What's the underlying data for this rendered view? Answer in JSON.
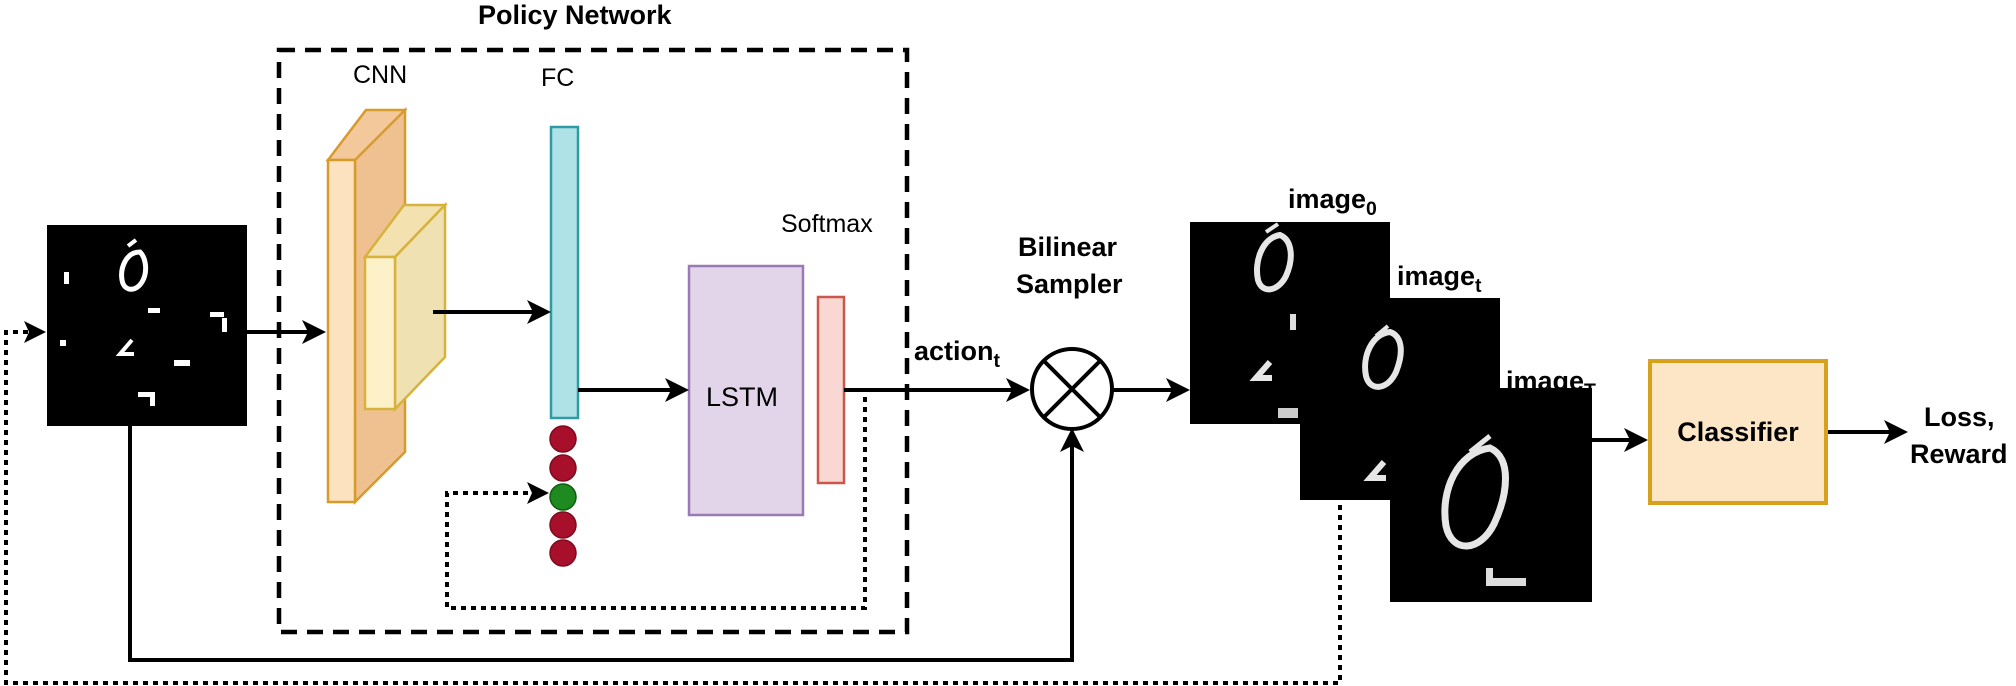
{
  "labels": {
    "policy_network": "Policy Network",
    "cnn": "CNN",
    "fc": "FC",
    "softmax": "Softmax",
    "lstm": "LSTM",
    "bilinear_sampler": [
      "Bilinear",
      "Sampler"
    ],
    "action": {
      "base": "action",
      "sub": "t"
    },
    "image_0": {
      "base": "image",
      "sub": "0"
    },
    "image_t": {
      "base": "image",
      "sub": "t"
    },
    "image_T": {
      "base": "image",
      "sub": "T"
    },
    "classifier": "Classifier",
    "loss_reward": [
      "Loss,",
      "Reward"
    ]
  },
  "colors": {
    "cnn_outer_fill": "#f7d7b3",
    "cnn_outer_stroke": "#d79b2c",
    "cnn_inner_fill": "#faeec4",
    "cnn_inner_stroke": "#d7b23c",
    "fc_fill": "#aee2e6",
    "fc_stroke": "#2f9ba6",
    "lstm_fill": "#e2d5ea",
    "lstm_stroke": "#9a7ab6",
    "softmax_fill": "#f9d7d2",
    "softmax_stroke": "#c9584b",
    "node_red": "#a80f2a",
    "node_green": "#1f8a1f",
    "classifier_fill": "#fde6c6",
    "classifier_stroke": "#d6a21e"
  },
  "fc_nodes": [
    "red",
    "red",
    "green",
    "red",
    "red"
  ],
  "icons": [
    "multiply-circle-icon",
    "digit-image-thumbnail"
  ]
}
